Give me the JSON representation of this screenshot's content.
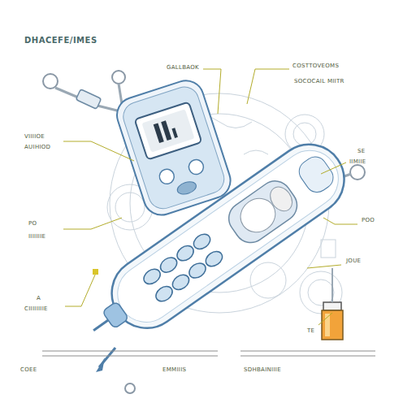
{
  "diagram": {
    "title": "DHACEFE/IMES",
    "labels": [
      "GALLBAOK",
      "COSTTOVEOMS",
      "SOCOCAIL MIITR",
      "VIIIIOE",
      "AUIHIOD",
      "SE",
      "IIMIIE",
      "PO",
      "IIIIIIIE",
      "POO",
      "JOUE",
      "A",
      "CIIIIIIIIE",
      "TE",
      "COEE",
      "EMMIIIS",
      "SDHBAINIIIE"
    ]
  }
}
